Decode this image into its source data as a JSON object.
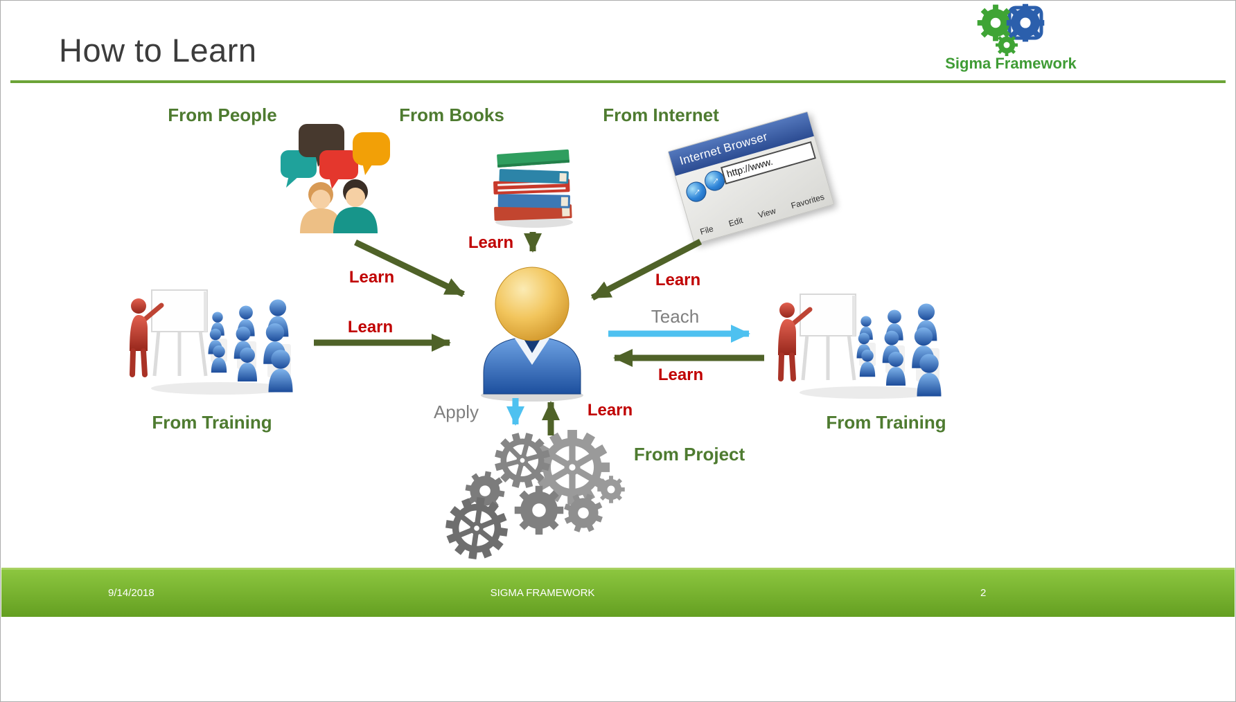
{
  "title": "How to Learn",
  "brand": "Sigma Framework",
  "labels": {
    "people": "From People",
    "books": "From Books",
    "internet": "From Internet",
    "training_left": "From Training",
    "training_right": "From Training",
    "project": "From Project"
  },
  "arrow_labels": {
    "people_learn": "Learn",
    "books_learn": "Learn",
    "internet_learn": "Learn",
    "training_left_learn": "Learn",
    "teach": "Teach",
    "training_right_learn": "Learn",
    "apply": "Apply",
    "project_learn": "Learn"
  },
  "browser": {
    "title": "Internet Browser",
    "address": "http://www.",
    "menu": {
      "file": "File",
      "edit": "Edit",
      "view": "View",
      "favorites": "Favorites"
    }
  },
  "footer": {
    "date": "9/14/2018",
    "text": "SIGMA FRAMEWORK",
    "page": "2"
  },
  "colors": {
    "accent_green_line": "#6CA437",
    "label_green": "#4E7B30",
    "learn_red": "#C00000",
    "arrow_green": "#4F6228",
    "arrow_blue": "#4EC1F0",
    "neutral_gray": "#7F7F7F",
    "footer_green": "#6DAB2A",
    "brand_green": "#3FA435",
    "brand_blue": "#2B5FAC"
  }
}
